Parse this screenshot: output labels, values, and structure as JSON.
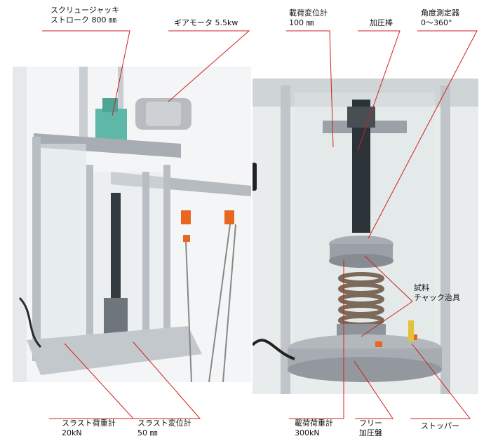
{
  "labels": {
    "screw_jack": "スクリュージャッキ\nストローク 800 ㎜",
    "gear_motor": "ギアモータ 5.5kw",
    "load_displacement": "載荷変位計\n100 ㎜",
    "press_rod": "加圧棒",
    "angle_sensor": "角度測定器\n0〜360°",
    "specimen_chuck": "試料\nチャック治具",
    "thrust_load": "スラスト荷重計\n20kN",
    "thrust_displacement": "スラスト変位計\n50 ㎜",
    "load_cell": "載荷荷重計\n300kN",
    "free_plate": "フリー\n加圧盤",
    "stopper": "ストッパー"
  },
  "colors": {
    "leader_line": "#d0201f",
    "frame_metal": "#b9bec4",
    "accent_orange": "#e8661f",
    "jack_teal": "#5fb7a8"
  }
}
